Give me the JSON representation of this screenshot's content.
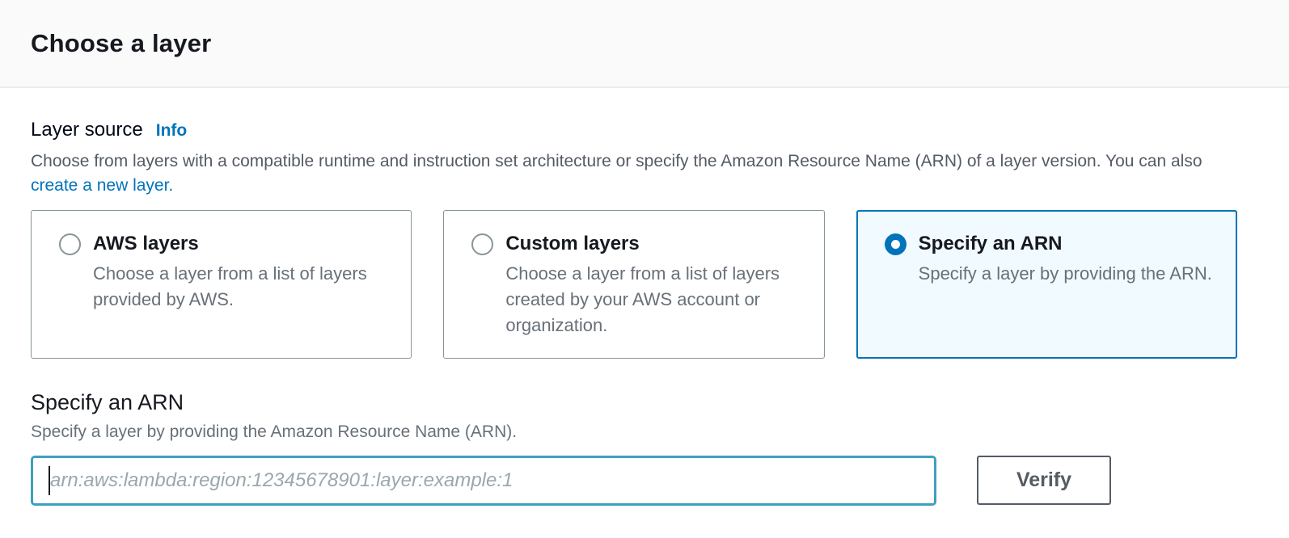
{
  "header": {
    "title": "Choose a layer"
  },
  "layer_source": {
    "label": "Layer source",
    "info_link": "Info",
    "description": "Choose from layers with a compatible runtime and instruction set architecture or specify the Amazon Resource Name (ARN) of a layer version. You can also ",
    "create_link": "create a new layer."
  },
  "options": [
    {
      "title": "AWS layers",
      "description": "Choose a layer from a list of layers provided by AWS.",
      "selected": false
    },
    {
      "title": "Custom layers",
      "description": "Choose a layer from a list of layers created by your AWS account or organization.",
      "selected": false
    },
    {
      "title": "Specify an ARN",
      "description": "Specify a layer by providing the ARN.",
      "selected": true
    }
  ],
  "arn_section": {
    "title": "Specify an ARN",
    "description": "Specify a layer by providing the Amazon Resource Name (ARN).",
    "input_value": "",
    "input_placeholder": "arn:aws:lambda:region:12345678901:layer:example:1",
    "verify_button": "Verify"
  },
  "colors": {
    "accent_blue": "#0073bb",
    "selected_tile_bg": "#f1faff",
    "input_focus_border": "#3e9fc0",
    "header_bg": "#fafafa",
    "divider": "#eaeded",
    "text_primary": "#16191f",
    "text_secondary": "#687078",
    "button_border": "#545b64"
  }
}
